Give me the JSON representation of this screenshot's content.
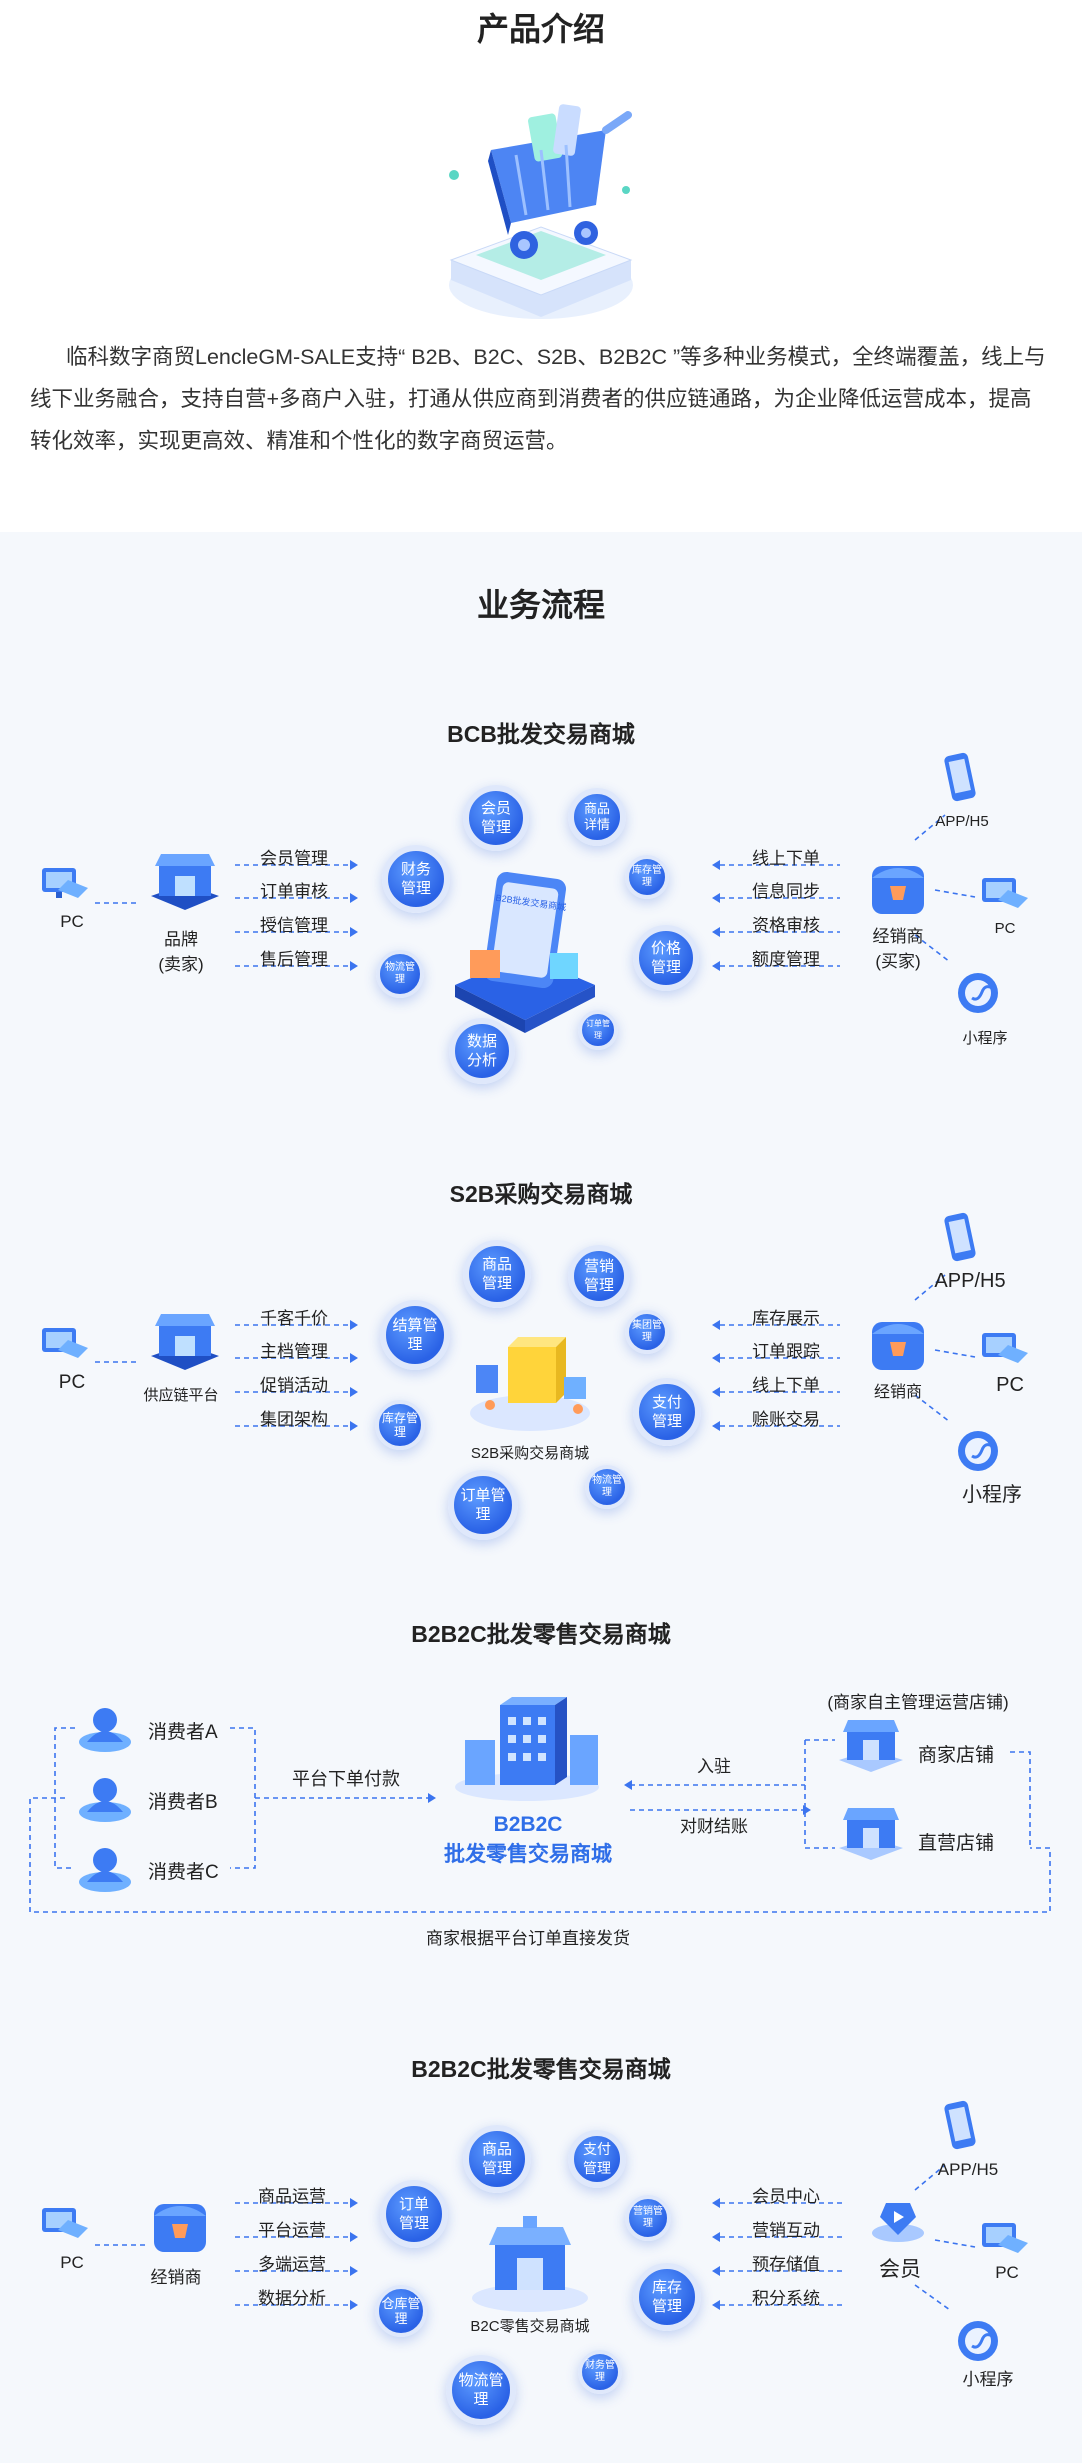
{
  "intro": {
    "title": "产品介绍",
    "text": "临科数字商贸LencleGM-SALE支持“ B2B、B2C、S2B、B2B2C ”等多种业务模式，全终端覆盖，线上与线下业务融合，支持自营+多商户入驻，打通从供应商到消费者的供应链通路，为企业降低运营成本，提高转化效率，实现更高效、精准和个性化的数字商贸运营。"
  },
  "flow": {
    "title": "业务流程",
    "bcb": {
      "title": "BCB批发交易商城",
      "left_terminal": "PC",
      "left_role_line1": "品牌",
      "left_role_line2": "(卖家)",
      "left_items": [
        "会员管理",
        "订单审核",
        "授信管理",
        "售后管理"
      ],
      "right_items": [
        "线上下单",
        "信息同步",
        "资格审核",
        "额度管理"
      ],
      "right_role_line1": "经销商",
      "right_role_line2": "(买家)",
      "right_terminals": [
        "APP/H5",
        "PC",
        "小程序"
      ],
      "bubbles": [
        "会员管理",
        "商品详情",
        "财务管理",
        "库存管理",
        "物流管理",
        "价格管理",
        "订单管理",
        "数据分析"
      ],
      "center_text": "B2B批发交易商城"
    },
    "s2b": {
      "title": "S2B采购交易商城",
      "left_terminal": "PC",
      "left_role": "供应链平台",
      "left_items": [
        "千客千价",
        "主档管理",
        "促销活动",
        "集团架构"
      ],
      "right_items": [
        "库存展示",
        "订单跟踪",
        "线上下单",
        "赊账交易"
      ],
      "right_role": "经销商",
      "right_terminals": [
        "APP/H5",
        "PC",
        "小程序"
      ],
      "bubbles": [
        "商品管理",
        "营销管理",
        "结算管理",
        "集团管理",
        "库存管理",
        "支付管理",
        "订单管理",
        "物流管理"
      ],
      "center_label": "S2B采购交易商城"
    },
    "b2b2c_wholesale": {
      "title": "B2B2C批发零售交易商城",
      "consumers": [
        "消费者A",
        "消费者B",
        "消费者C"
      ],
      "pay_label": "平台下单付款",
      "center_line1": "B2B2C",
      "center_line2": "批发零售交易商城",
      "settle_in": "入驻",
      "settle_account": "对财结账",
      "merchant_note": "(商家自主管理运营店铺)",
      "stores": [
        "商家店铺",
        "直营店铺"
      ],
      "ship_label": "商家根据平台订单直接发货"
    },
    "b2b2c_retail": {
      "title": "B2B2C批发零售交易商城",
      "left_terminal": "PC",
      "left_role": "经销商",
      "left_items": [
        "商品运营",
        "平台运营",
        "多端运营",
        "数据分析"
      ],
      "right_items": [
        "会员中心",
        "营销互动",
        "预存储值",
        "积分系统"
      ],
      "right_role": "会员",
      "right_terminals": [
        "APP/H5",
        "PC",
        "小程序"
      ],
      "bubbles": [
        "商品管理",
        "支付管理",
        "订单管理",
        "营销管理",
        "仓库管理",
        "库存管理",
        "物流管理",
        "财务管理"
      ],
      "center_label": "B2C零售交易商城"
    }
  }
}
